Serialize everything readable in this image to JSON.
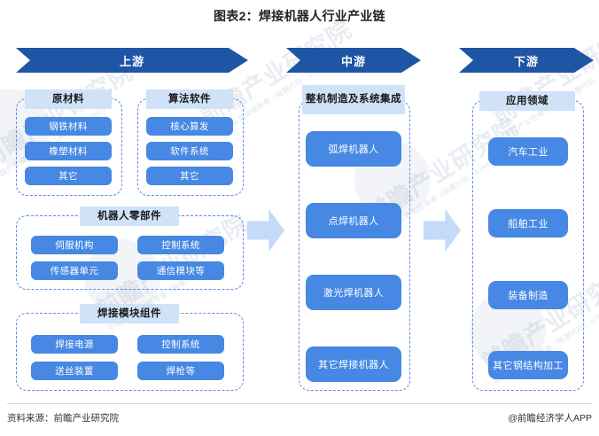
{
  "title": "图表2：焊接机器人行业产业链",
  "colors": {
    "banner": "#1F55A5",
    "group_border": "#5B8FD6",
    "group_title_bg": "#CFE2F7",
    "cell_bg": "#4688E3",
    "connector": "#C3DBF8"
  },
  "banners": [
    {
      "label": "上游"
    },
    {
      "label": "中游"
    },
    {
      "label": "下游"
    }
  ],
  "upstream": {
    "groups": [
      {
        "title": "原材料",
        "items": [
          "钢铁材料",
          "橡塑材料",
          "其它"
        ]
      },
      {
        "title": "算法软件",
        "items": [
          "核心算发",
          "软件系统",
          "其它"
        ]
      },
      {
        "title": "机器人零部件",
        "items": [
          "伺服机构",
          "控制系统",
          "传感器单元",
          "通信模块等"
        ]
      },
      {
        "title": "焊接模块组件",
        "items": [
          "焊接电源",
          "控制系统",
          "送丝装置",
          "焊枪等"
        ]
      }
    ]
  },
  "midstream": {
    "group": {
      "title": "整机制造及系统集成",
      "title_line1": "整机制造及系",
      "title_line2": "统集成",
      "items": [
        "弧焊机器人",
        "点焊机器人",
        "激光焊机器人",
        "其它焊接机器人"
      ]
    }
  },
  "downstream": {
    "group": {
      "title": "应用领域",
      "items": [
        "汽车工业",
        "船舶工业",
        "装备制造",
        "其它钢结构加工"
      ]
    }
  },
  "connectors": [
    {
      "name": "upstream-to-midstream"
    },
    {
      "name": "midstream-to-downstream"
    }
  ],
  "footer": {
    "source": "资料来源：前瞻产业研究院",
    "app": "@前瞻经济学人APP"
  },
  "watermarks": [
    {
      "big": "前瞻产业研究院",
      "small": "中国产业咨询领导者（股票代码：8395"
    },
    {
      "big": "前瞻产业研究院",
      "small": "中国产业咨询领导者（股票代码：8395"
    },
    {
      "big": "前瞻产业研究院",
      "small": "中国产业咨询领导者（股票代码：8395"
    },
    {
      "big": "前瞻产业研究院",
      "small": "中国产业咨询领导者（股票代码：8395"
    },
    {
      "big": "前瞻产业研究院",
      "small": "中国产业咨询领导者（股票代码：8395"
    },
    {
      "big": "前瞻产业研究院",
      "small": "中国产业咨询领导者（股票代码：8395"
    }
  ]
}
